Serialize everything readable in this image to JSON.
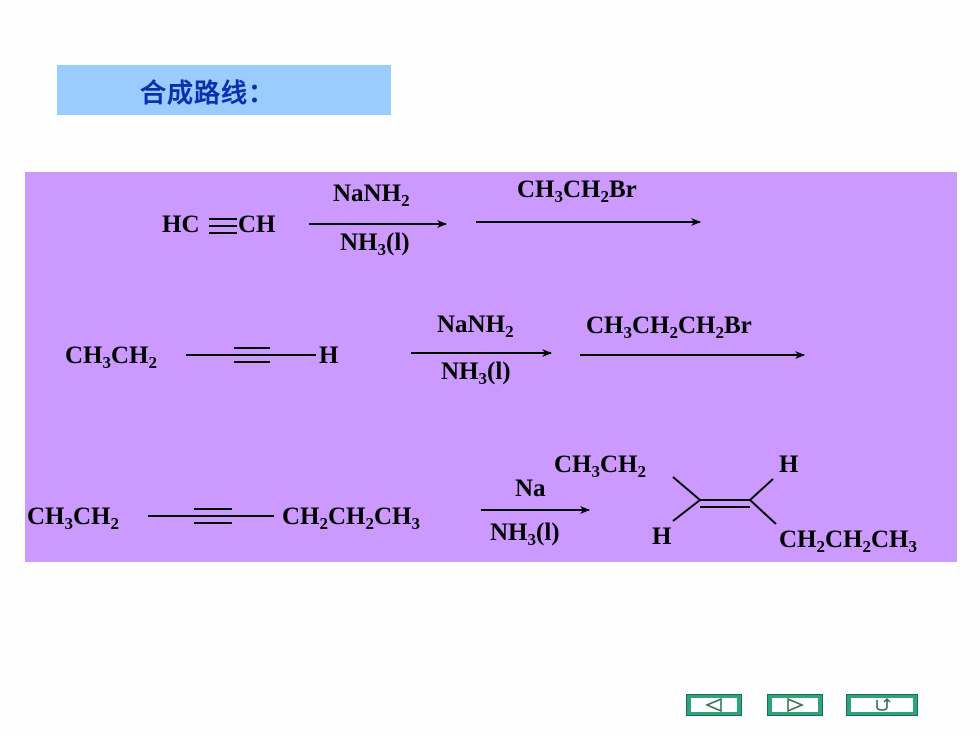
{
  "title": "合成路线：",
  "row1": {
    "start": "HC≡CH",
    "reagent_top": "NaNH₂",
    "reagent_bottom": "NH₃(l)",
    "reagent2": "CH₃CH₂Br"
  },
  "row2": {
    "left": "CH₃CH₂",
    "right": "H",
    "reagent_top": "NaNH₂",
    "reagent_bottom": "NH₃(l)",
    "reagent2": "CH₃CH₂CH₂Br"
  },
  "row3": {
    "left": "CH₃CH₂",
    "right": "CH₂CH₂CH₃",
    "reagent_top": "Na",
    "reagent_bottom": "NH₃(l)",
    "product": {
      "top_left": "CH₃CH₂",
      "top_right": "H",
      "bottom_left": "H",
      "bottom_right": "CH₂CH₂CH₃"
    }
  },
  "nav": {
    "prev_icon": "triangle-left-icon",
    "next_icon": "triangle-right-icon",
    "return_icon": "return-u-icon",
    "return_glyph": "↺"
  },
  "colors": {
    "title_bg": "#99ccff",
    "title_text": "#0c2fb0",
    "panel_bg": "#cc99ff",
    "nav_green": "#2fa37a"
  }
}
